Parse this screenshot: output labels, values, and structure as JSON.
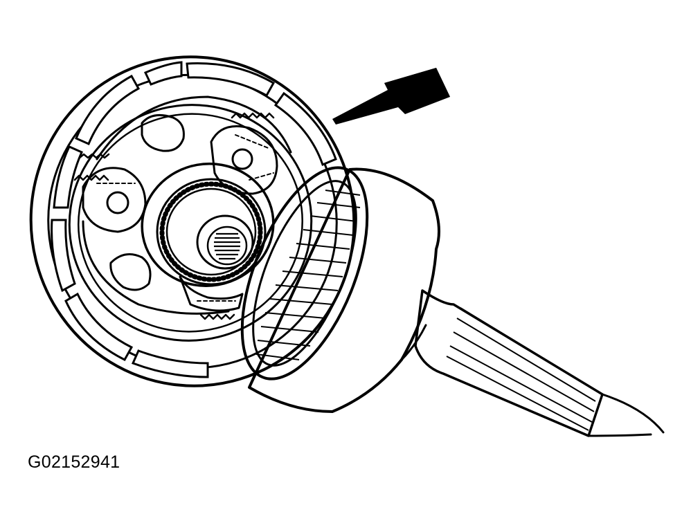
{
  "figure_id": "G02152941",
  "colors": {
    "line": "#000000",
    "background": "#ffffff"
  },
  "parts": [
    "planetary-carrier",
    "carrier-window-slot",
    "planet-gear",
    "sun-gear-hub",
    "ring-gear-drum",
    "output-shaft",
    "pointer-arrow"
  ]
}
